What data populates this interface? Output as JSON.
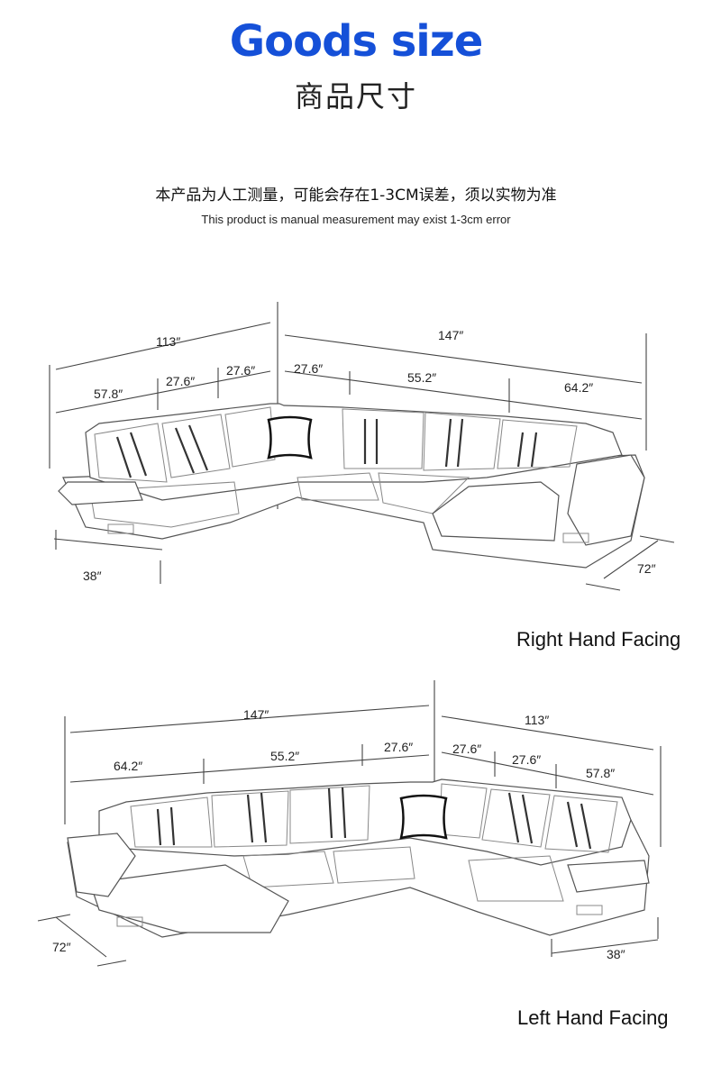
{
  "header": {
    "title_en": "Goods size",
    "title_cn": "商品尺寸",
    "note_cn": "本产品为人工测量，可能会存在1-3CM误差，须以实物为准",
    "note_en": "This product is manual measurement may exist 1-3cm error"
  },
  "right_hand": {
    "caption": "Right Hand Facing",
    "dims": {
      "left_total": "113″",
      "left_a": "57.8″",
      "left_b": "27.6″",
      "left_c": "27.6″",
      "right_total": "147″",
      "right_a": "27.6″",
      "right_b": "55.2″",
      "right_c": "64.2″",
      "depth_left": "38″",
      "depth_right": "72″"
    }
  },
  "left_hand": {
    "caption": "Left Hand Facing",
    "dims": {
      "left_total": "147″",
      "left_a": "64.2″",
      "left_b": "55.2″",
      "left_c": "27.6″",
      "right_total": "113″",
      "right_a": "27.6″",
      "right_b": "27.6″",
      "right_c": "57.8″",
      "depth_left": "72″",
      "depth_right": "38″"
    }
  }
}
